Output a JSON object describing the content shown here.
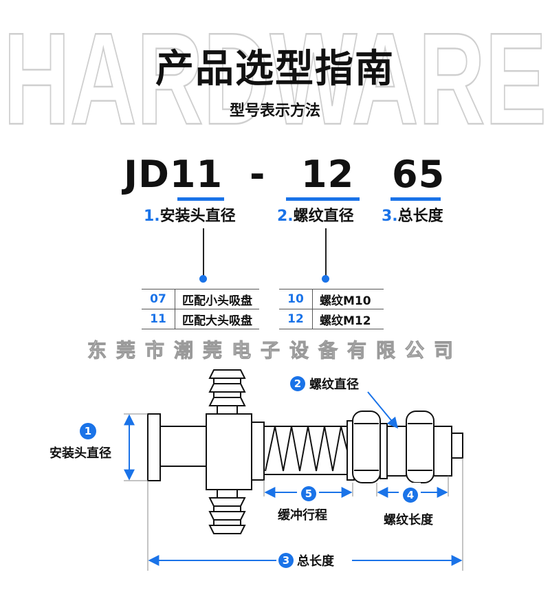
{
  "background_word": "HARDWARE",
  "header": {
    "title": "产品选型指南",
    "subtitle": "型号表示方法"
  },
  "model_code": {
    "part1": "JD11",
    "dash": "-",
    "part2": "12",
    "part3": "65"
  },
  "segments": [
    {
      "num": "1.",
      "label": "安装头直径"
    },
    {
      "num": "2.",
      "label": "螺纹直径"
    },
    {
      "num": "3.",
      "label": "总长度"
    }
  ],
  "tables": {
    "mount_head": [
      {
        "code": "07",
        "desc": "匹配小头吸盘"
      },
      {
        "code": "11",
        "desc": "匹配大头吸盘"
      }
    ],
    "thread": [
      {
        "code": "10",
        "desc": "螺纹M10"
      },
      {
        "code": "12",
        "desc": "螺纹M12"
      }
    ]
  },
  "company": "东莞市潮莞电子设备有限公司",
  "diagram": {
    "labels": {
      "mount_diameter": {
        "num": "1",
        "text": "安装头直径"
      },
      "thread_diameter": {
        "num": "2",
        "text": "螺纹直径"
      },
      "total_length": {
        "num": "3",
        "text": "总长度"
      },
      "thread_length": {
        "num": "4",
        "text": "螺纹长度"
      },
      "buffer_stroke": {
        "num": "5",
        "text": "缓冲行程"
      }
    }
  },
  "colors": {
    "accent": "#1a73e8",
    "text": "#111111",
    "outline": "#cccccc"
  }
}
